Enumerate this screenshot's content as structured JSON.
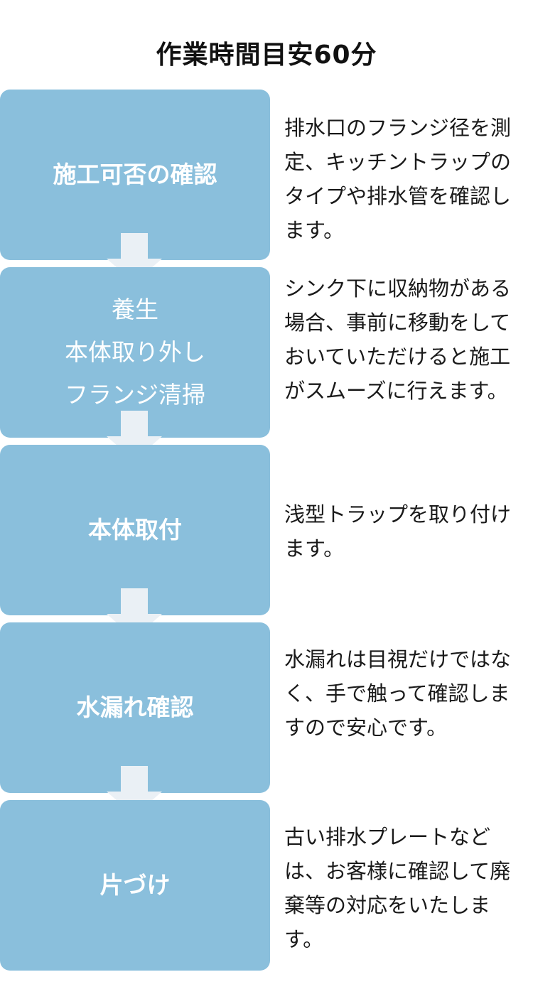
{
  "title": "作業時間目安60分",
  "steps": [
    {
      "label": "施工可否の確認",
      "description": "排水口のフランジ径を測定、キッチントラップのタイプや排水管を確認します。"
    },
    {
      "label": "養生\n本体取り外し\nフランジ清掃",
      "description": "シンク下に収納物がある場合、事前に移動をしておいていただけると施工がスムーズに行えます。"
    },
    {
      "label": "本体取付",
      "description": "浅型トラップを取り付けます。"
    },
    {
      "label": "水漏れ確認",
      "description": "水漏れは目視だけではなく、手で触って確認しますので安心です。"
    },
    {
      "label": "片づけ",
      "description": "古い排水プレートなどは、お客様に確認して廃棄等の対応をいたします。"
    }
  ],
  "colors": {
    "box": "#8abfdc",
    "arrow": "#eaf0f5",
    "text": "#1a1a1a"
  }
}
